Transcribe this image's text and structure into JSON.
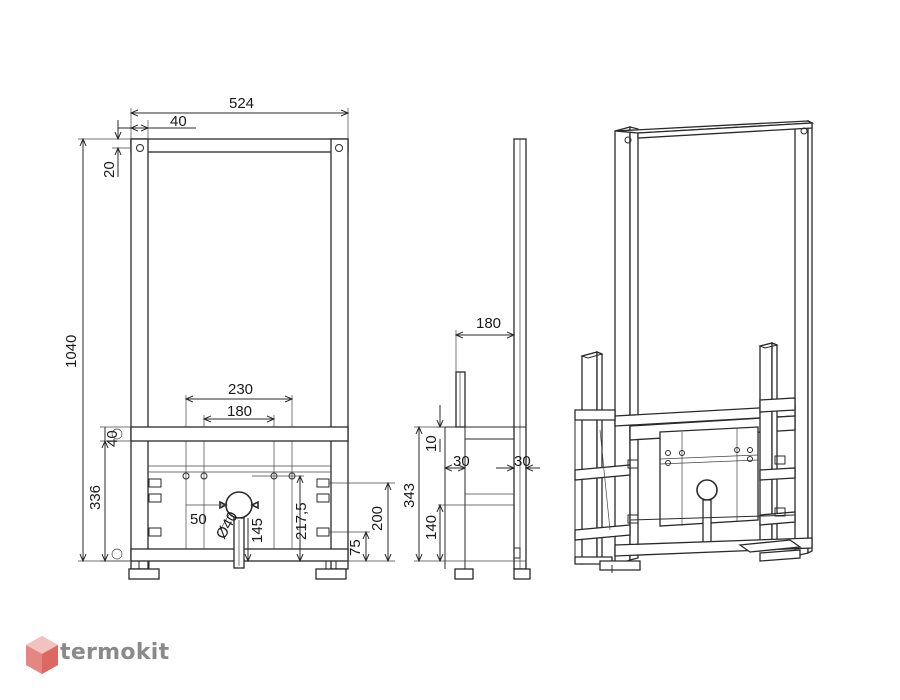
{
  "dimensions": {
    "front_width": "524",
    "front_offset": "40",
    "top_margin": "20",
    "total_height": "1040",
    "outer_spacing": "230",
    "inner_spacing": "180",
    "crossbar_gap": "40",
    "lower_height": "336",
    "pipe_diameter": "Ø40",
    "fix_50": "50",
    "drain_145": "145",
    "drain_2175": "217,5",
    "right_200": "200",
    "right_75": "75",
    "side_depth": "180",
    "side_10": "10",
    "side_30a": "30",
    "side_30b": "30",
    "side_343": "343",
    "side_140": "140"
  },
  "brand": {
    "name": "termokit",
    "colors": {
      "logo_red": "#d9534f",
      "logo_grey": "#9a9a9a"
    }
  }
}
